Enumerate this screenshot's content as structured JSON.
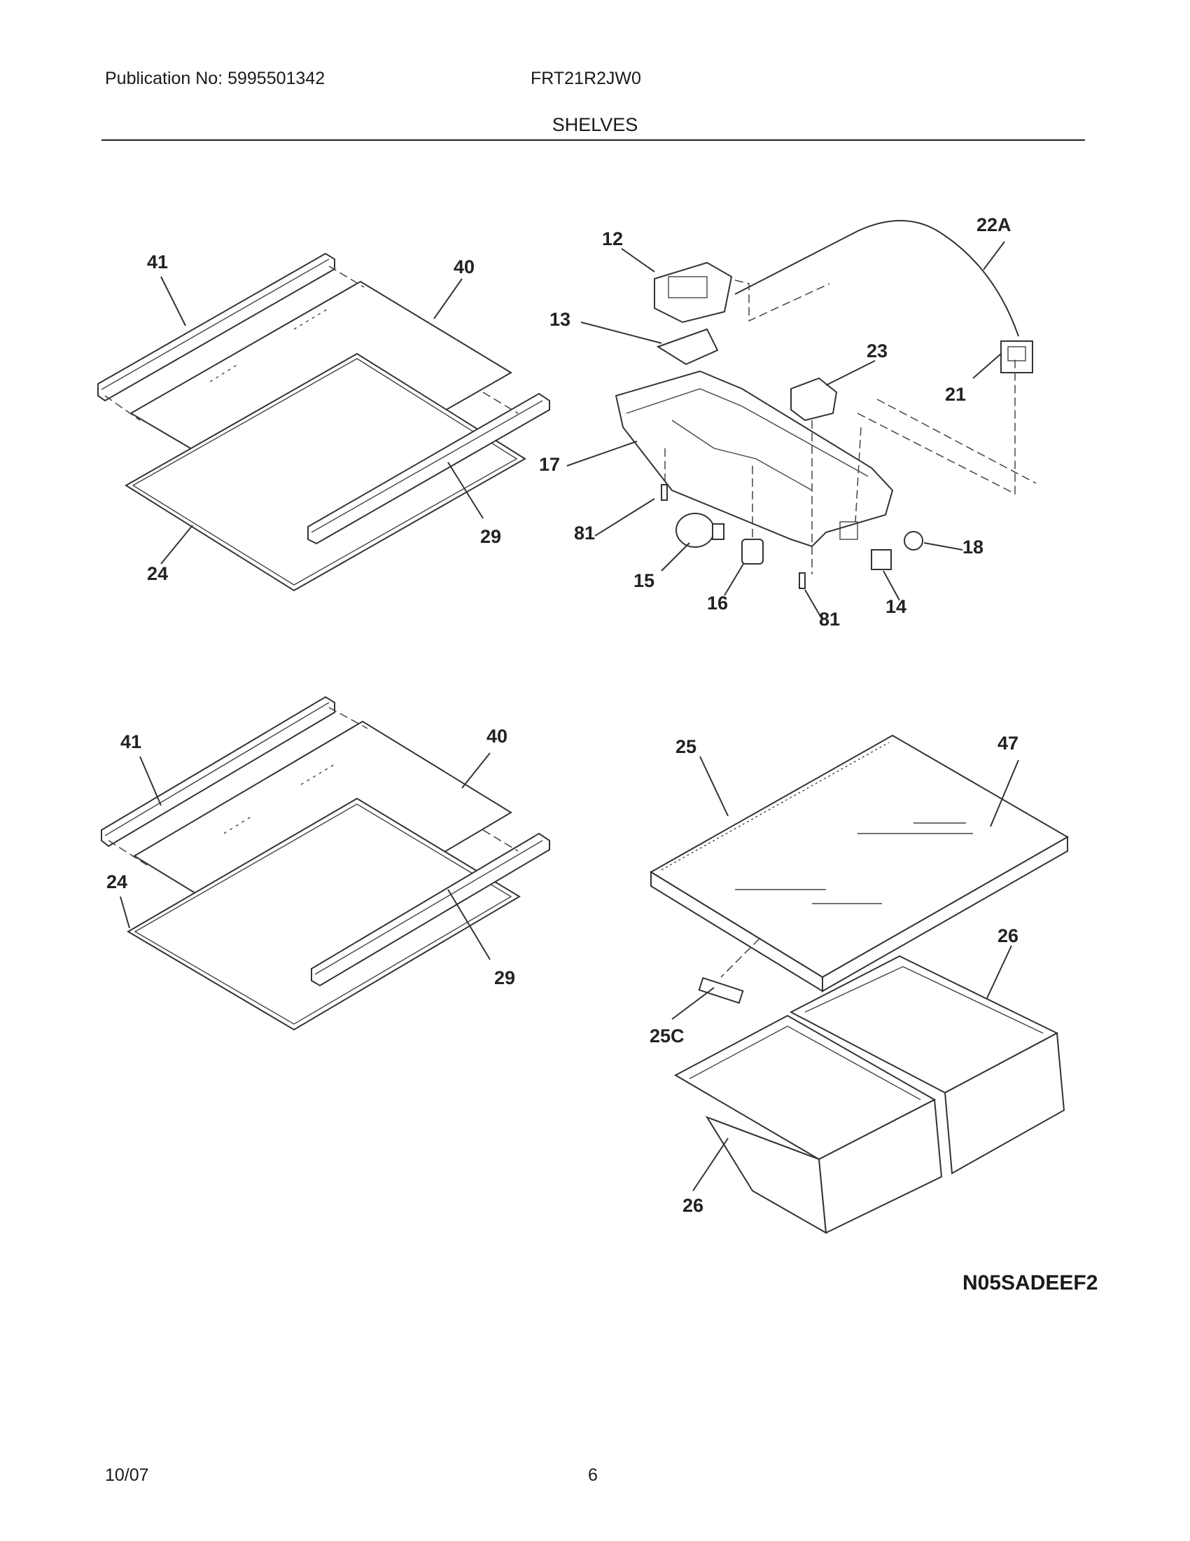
{
  "header": {
    "publication": "Publication No: 5995501342",
    "model": "FRT21R2JW0",
    "section": "SHELVES"
  },
  "footer": {
    "date": "10/07",
    "page": "6"
  },
  "diagram_code": "N05SADEEF2",
  "callouts": {
    "shelf_upper": [
      "41",
      "40",
      "29",
      "24"
    ],
    "light_housing": [
      "12",
      "22A",
      "13",
      "23",
      "21",
      "17",
      "81",
      "18",
      "15",
      "16",
      "81",
      "14"
    ],
    "shelf_lower": [
      "41",
      "40",
      "24",
      "29"
    ],
    "crisper": [
      "25",
      "47",
      "26",
      "25C",
      "26"
    ]
  }
}
